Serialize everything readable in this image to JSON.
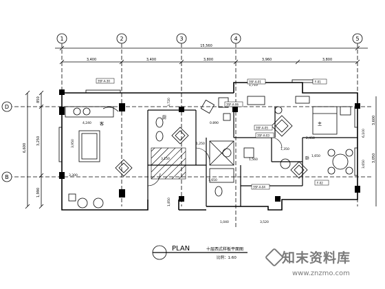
{
  "axes_top": [
    {
      "id": "1",
      "label": "①"
    },
    {
      "id": "2",
      "label": "②"
    },
    {
      "id": "3",
      "label": "③"
    },
    {
      "id": "4",
      "label": "④"
    },
    {
      "id": "5",
      "label": "⑤"
    }
  ],
  "axes_left": [
    {
      "id": "D",
      "label": "Ⓓ"
    },
    {
      "id": "B",
      "label": "Ⓑ"
    }
  ],
  "dims_top_total": "15,560",
  "dims_top": [
    "3,400",
    "3,400",
    "3,800",
    "3,960",
    "3,800"
  ],
  "dims_left_total": "6,600",
  "dims_left": [
    "850",
    "3,250",
    "1,990"
  ],
  "dims_right": [
    "3,600",
    "3,050"
  ],
  "room_dims": [
    "1,710",
    "4,240",
    "3,950",
    "3,300",
    "0.890",
    "3,150",
    "2,450",
    "1,650",
    "1,560",
    "6,100",
    "3,650",
    "3,720",
    "1,850",
    "1,040",
    "3,520",
    "1,250",
    "1,350",
    "1,650"
  ],
  "callouts": [
    "3SF-A-30",
    "3SF-A-01",
    "F-01",
    "3SF-A-05",
    "3SF-A-03",
    "3SF-A-04",
    "F-02",
    "3SF-A-06"
  ],
  "room_labels": [
    "客",
    "厨",
    "主",
    "卧"
  ],
  "title": {
    "plan_label": "PLAN",
    "plan_name": "十层西式样板平面图",
    "scale": "比例：1:60"
  },
  "watermark": {
    "brand": "知末资料库",
    "url": "www.znzmo.com"
  }
}
